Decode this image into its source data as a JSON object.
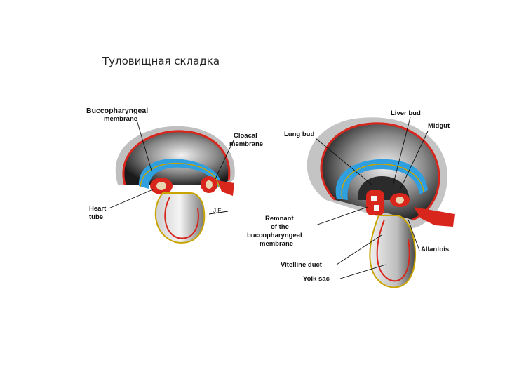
{
  "slide": {
    "title": "Туловищная складка"
  },
  "figure": {
    "labels": {
      "buccopharyngeal_membrane_l1": "Buccopharyngeal",
      "buccopharyngeal_membrane_l2": "membrane",
      "cloacal_membrane_l1": "Cloacal",
      "cloacal_membrane_l2": "membrane",
      "heart_tube_l1": "Heart",
      "heart_tube_l2": "tube",
      "lung_bud": "Lung bud",
      "liver_bud": "Liver bud",
      "midgut": "Midgut",
      "remnant_l1": "Remnant",
      "remnant_l2": "of the",
      "remnant_l3": "buccopharyngeal",
      "remnant_l4": "membrane",
      "allantois": "Allantois",
      "vitelline_duct": "Vitelline duct",
      "yolk_sac": "Yolk sac",
      "small_mark": "J.E."
    },
    "colors": {
      "ectoderm_red": "#d8261c",
      "endoderm_blue": "#2f9fe0",
      "amnion_gray": "#9a9a9a",
      "mesoderm_yellow": "#c9a400"
    }
  }
}
